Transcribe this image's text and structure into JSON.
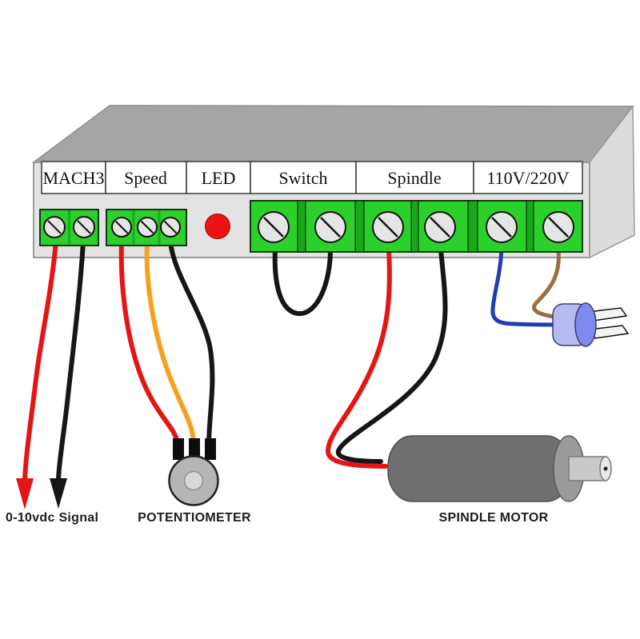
{
  "panel": {
    "sections": [
      {
        "label": "MACH3"
      },
      {
        "label": "Speed"
      },
      {
        "label": "LED"
      },
      {
        "label": "Switch"
      },
      {
        "label": "Spindle"
      },
      {
        "label": "110V/220V"
      }
    ]
  },
  "captions": {
    "signal": "0-10vdc Signal",
    "potentiometer": "POTENTIOMETER",
    "spindle_motor": "SPINDLE MOTOR"
  },
  "colors": {
    "wire_red": "#e51515",
    "wire_black": "#161616",
    "wire_orange": "#f6a11f",
    "wire_blue": "#1f3fae",
    "wire_brown": "#9b7040",
    "terminal_green": "#2bd02b",
    "terminal_green_dark": "#17a817",
    "led_red": "#ee1111",
    "plug_body": "#b5baf0",
    "plug_cap": "#7e8af0"
  }
}
